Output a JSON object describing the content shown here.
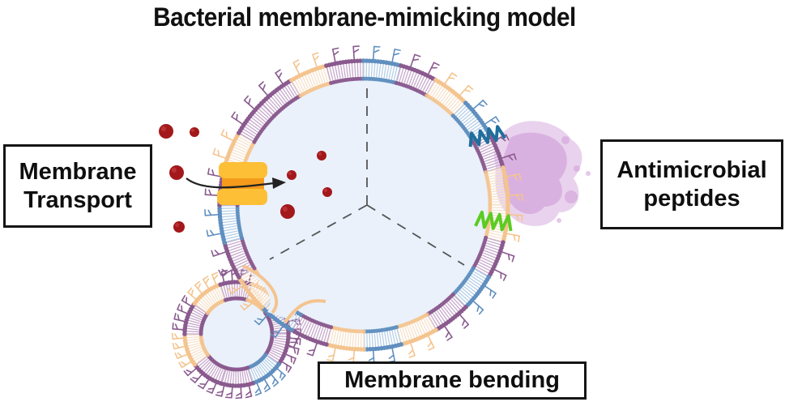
{
  "title": "Bacterial membrane-mimicking model",
  "labels": {
    "transport": {
      "line1": "Membrane",
      "line2": "Transport"
    },
    "amp": {
      "line1": "Antimicrobial",
      "line2": "peptides"
    },
    "bending": "Membrane bending"
  },
  "colors": {
    "lumen": "#eaf1fb",
    "lipid_purple": "#8a5a8e",
    "lipid_blue": "#5f8fbf",
    "lipid_orange": "#f4c48f",
    "tails_purple": "#c7a9cc",
    "tails_blue": "#b5cfe8",
    "tails_orange": "#f6e2cc",
    "particle": "#a3181b",
    "channel_outer": "#fdbf35",
    "channel_inner": "#f59a1b",
    "peptide_blue": "#1f6f9c",
    "peptide_green": "#5ccb22",
    "blob": "#cf9bd8",
    "arrow": "#222222",
    "dash": "#555555"
  },
  "segments_big": [
    "orange",
    "purple",
    "blue",
    "purple",
    "orange",
    "blue",
    "orange",
    "purple",
    "blue",
    "orange",
    "purple",
    "blue",
    "purple",
    "orange",
    "purple",
    "purple",
    "orange",
    "purple",
    "blue",
    "purple",
    "orange",
    "blue",
    "purple",
    "orange"
  ],
  "segments_small": [
    "purple",
    "blue",
    "purple",
    "purple",
    "orange",
    "purple",
    "orange",
    "purple",
    "orange",
    "purple"
  ]
}
